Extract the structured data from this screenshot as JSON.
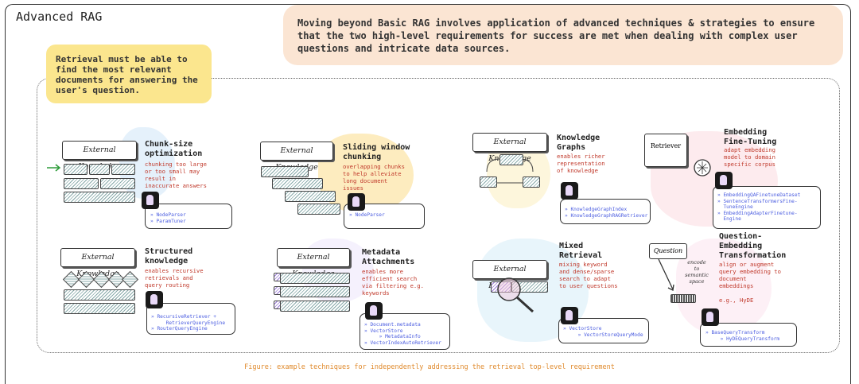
{
  "title": "Advanced RAG",
  "intro": "Moving beyond Basic RAG involves application of advanced techniques & strategies to ensure that the two high-level requirements for success are met when dealing with complex user questions and intricate data sources.",
  "requirement": "Retrieval must be able to find the most relevant documents for answering the user's question.",
  "caption": "Figure: example techniques for independently addressing the retrieval top-level requirement",
  "external_knowledge_label": "External Knowledge",
  "retriever_label": "Retriever",
  "question_label": "Question",
  "encode_label": "encode to semantic space",
  "colors": {
    "note_orange": "#fbe5d3",
    "note_yellow": "#fbe68e",
    "desc_red": "#c0392b",
    "code_blue": "#4b5de0",
    "caption_orange": "#e08a2c"
  },
  "techniques": [
    {
      "title": "Chunk-size optimization",
      "desc": "chunking too large or too small may result in inaccurate answers",
      "code": [
        "» NodeParser",
        "» ParamTuner"
      ]
    },
    {
      "title": "Sliding window chunking",
      "desc": "overlapping chunks to help alleviate long document issues",
      "code": [
        "» NodeParser"
      ]
    },
    {
      "title": "Knowledge Graphs",
      "desc": "enables richer representation of knowledge",
      "code": [
        "» KnowledgeGraphIndex",
        "» KnowledgeGraphRAGRetriever"
      ]
    },
    {
      "title": "Embedding Fine-Tuning",
      "desc": "adapt embedding model to domain specific corpus",
      "code": [
        "» EmbeddingQAFinetuneDataset",
        "» SentenceTransformersFine-",
        "  TuneEngine",
        "» EmbeddingAdapterFinetune-",
        "  Engine"
      ]
    },
    {
      "title": "Structured knowledge",
      "desc": "enables recursive retrievals and query routing",
      "code": [
        "» RecursiveRetriever +",
        "     RetrieverQueryEngine",
        "» RouterQueryEngine"
      ]
    },
    {
      "title": "Metadata Attachments",
      "desc": "enables more efficient search via filtering e.g. keywords",
      "code": [
        "» Document.metadata",
        "» VectorStore",
        "     » MetadataInfo",
        "» VectorIndexAutoRetriever"
      ]
    },
    {
      "title": "Mixed Retrieval",
      "desc": "mixing keyword and dense/sparse search to adapt to user questions",
      "code": [
        "» VectorStore",
        "     » VectorStoreQueryMode"
      ]
    },
    {
      "title": "Question-Embedding Transformation",
      "desc": "align or augment query embedding to document embeddings\n\ne.g., HyDE",
      "code": [
        "» BaseQueryTransform",
        "     » HyDEQueryTransform"
      ]
    }
  ]
}
